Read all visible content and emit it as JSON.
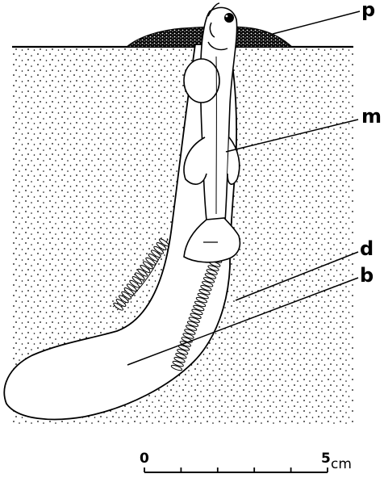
{
  "labels": {
    "p": "p",
    "m": "m",
    "d": "d",
    "b": "b"
  },
  "scale_bar": {
    "start_label": "0",
    "end_label": "5",
    "unit": "cm",
    "divisions": 5
  },
  "colors": {
    "ink": "#000000",
    "paper": "#ffffff"
  }
}
